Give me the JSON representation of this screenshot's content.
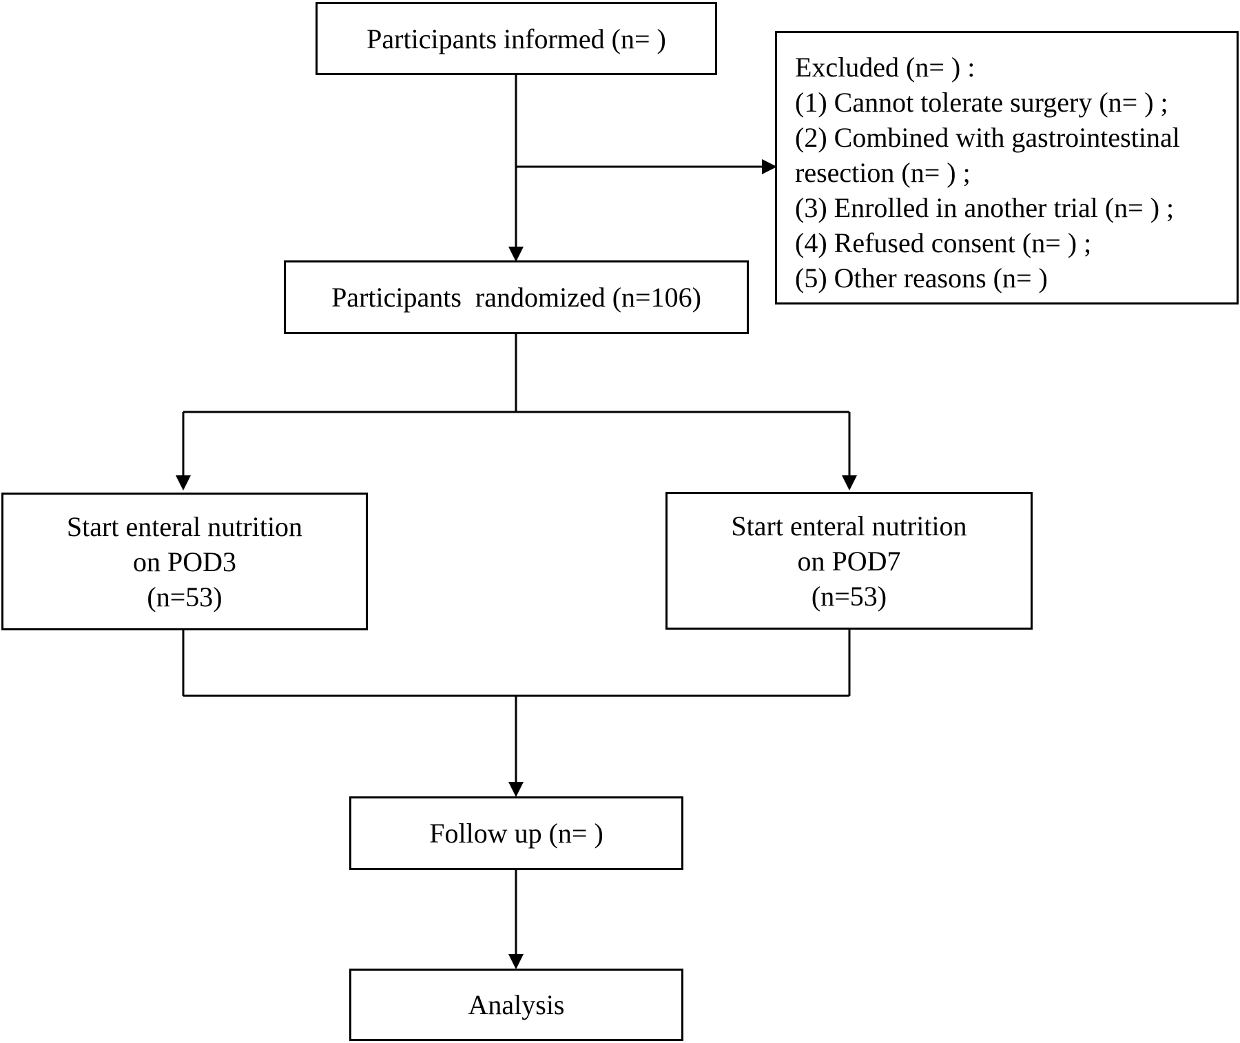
{
  "flowchart": {
    "informed": {
      "text": "Participants informed (n= )"
    },
    "excluded": {
      "title": "Excluded (n= ) :",
      "reasons": [
        "(1) Cannot tolerate surgery (n= ) ;",
        "(2) Combined with gastrointestinal",
        "resection (n= ) ;",
        "(3) Enrolled in another trial (n= ) ;",
        "(4) Refused consent (n= ) ;",
        "(5) Other reasons (n= )"
      ]
    },
    "randomized": {
      "text": "Participants  randomized (n=106)"
    },
    "arms": [
      {
        "line1": "Start enteral nutrition",
        "line2": "on POD3",
        "line3": "(n=53)"
      },
      {
        "line1": "Start enteral nutrition",
        "line2": "on POD7",
        "line3": "(n=53)"
      }
    ],
    "follow_up": {
      "text": "Follow up (n= )"
    },
    "analysis": {
      "text": "Analysis"
    }
  },
  "colors": {
    "stroke": "#000000",
    "background": "#ffffff"
  }
}
